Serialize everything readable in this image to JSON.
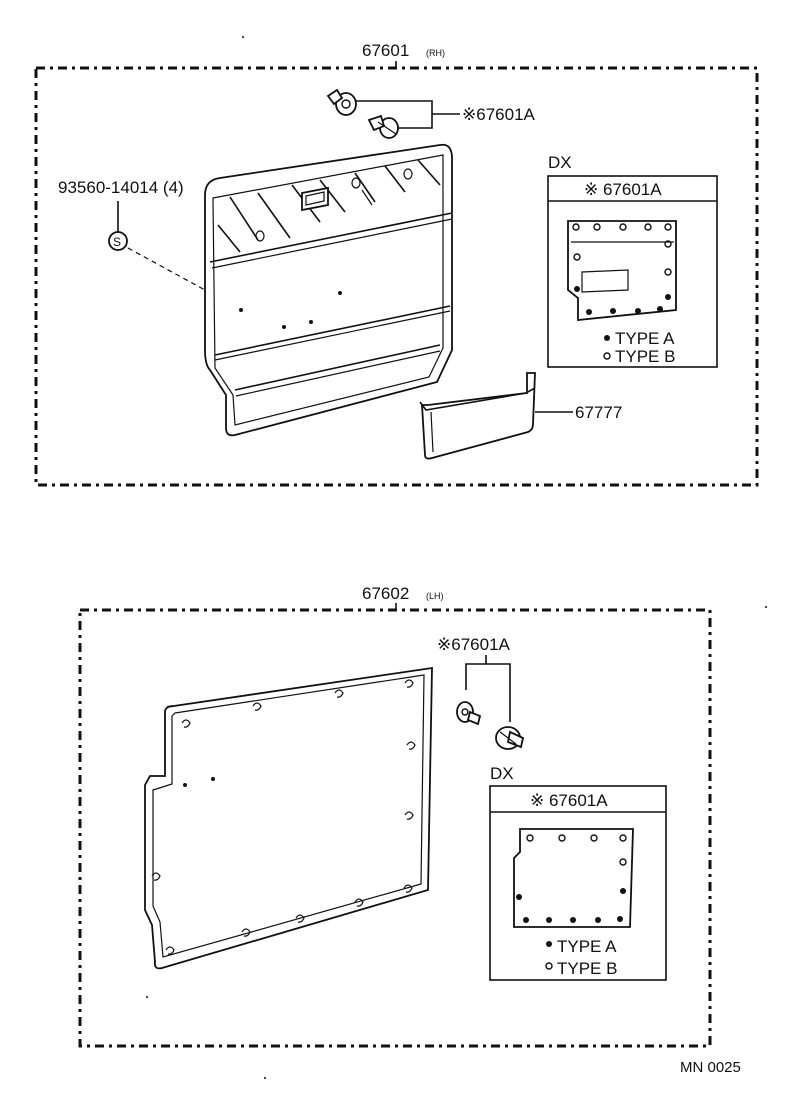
{
  "upper": {
    "part_number": "67601",
    "side": "(RH)",
    "clip_callout": "※67601A",
    "screw_callout": "93560-14014 (4)",
    "screw_symbol": "S",
    "pocket_callout": "67777",
    "dx_label": "DX",
    "dx_box_title": "※ 67601A",
    "legend_type_a": "TYPE A",
    "legend_type_b": "TYPE B"
  },
  "lower": {
    "part_number": "67602",
    "side": "(LH)",
    "clip_callout": "※67601A",
    "dx_label": "DX",
    "dx_box_title": "※ 67601A",
    "legend_type_a": "TYPE A",
    "legend_type_b": "TYPE B"
  },
  "diagram_code": "MN 0025"
}
